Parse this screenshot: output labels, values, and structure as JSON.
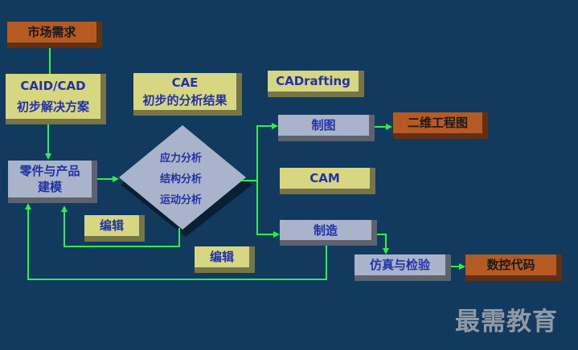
{
  "nodes": {
    "market": "市场需求",
    "caid_title": "CAID/CAD",
    "caid_sub": "初步解决方案",
    "cae_title": "CAE",
    "cae_sub": "初步的分析结果",
    "cadrafting": "CADrafting",
    "modeling_1": "零件与产品",
    "modeling_2": "建模",
    "analysis_1": "应力分析",
    "analysis_2": "结构分析",
    "analysis_3": "运动分析",
    "drawing": "制图",
    "twod_drawing": "二维工程图",
    "cam": "CAM",
    "manufacture": "制造",
    "simulation": "仿真与检验",
    "nc_code": "数控代码",
    "edit_1": "编辑",
    "edit_2": "编辑"
  },
  "watermark": "最需教育",
  "colors": {
    "background": "#123a5e",
    "connector": "#2df04a",
    "orange_box": "#b55a22",
    "gray_box": "#a9b3c9",
    "olive_box": "#d7d681",
    "label_text": "#2432a8"
  }
}
